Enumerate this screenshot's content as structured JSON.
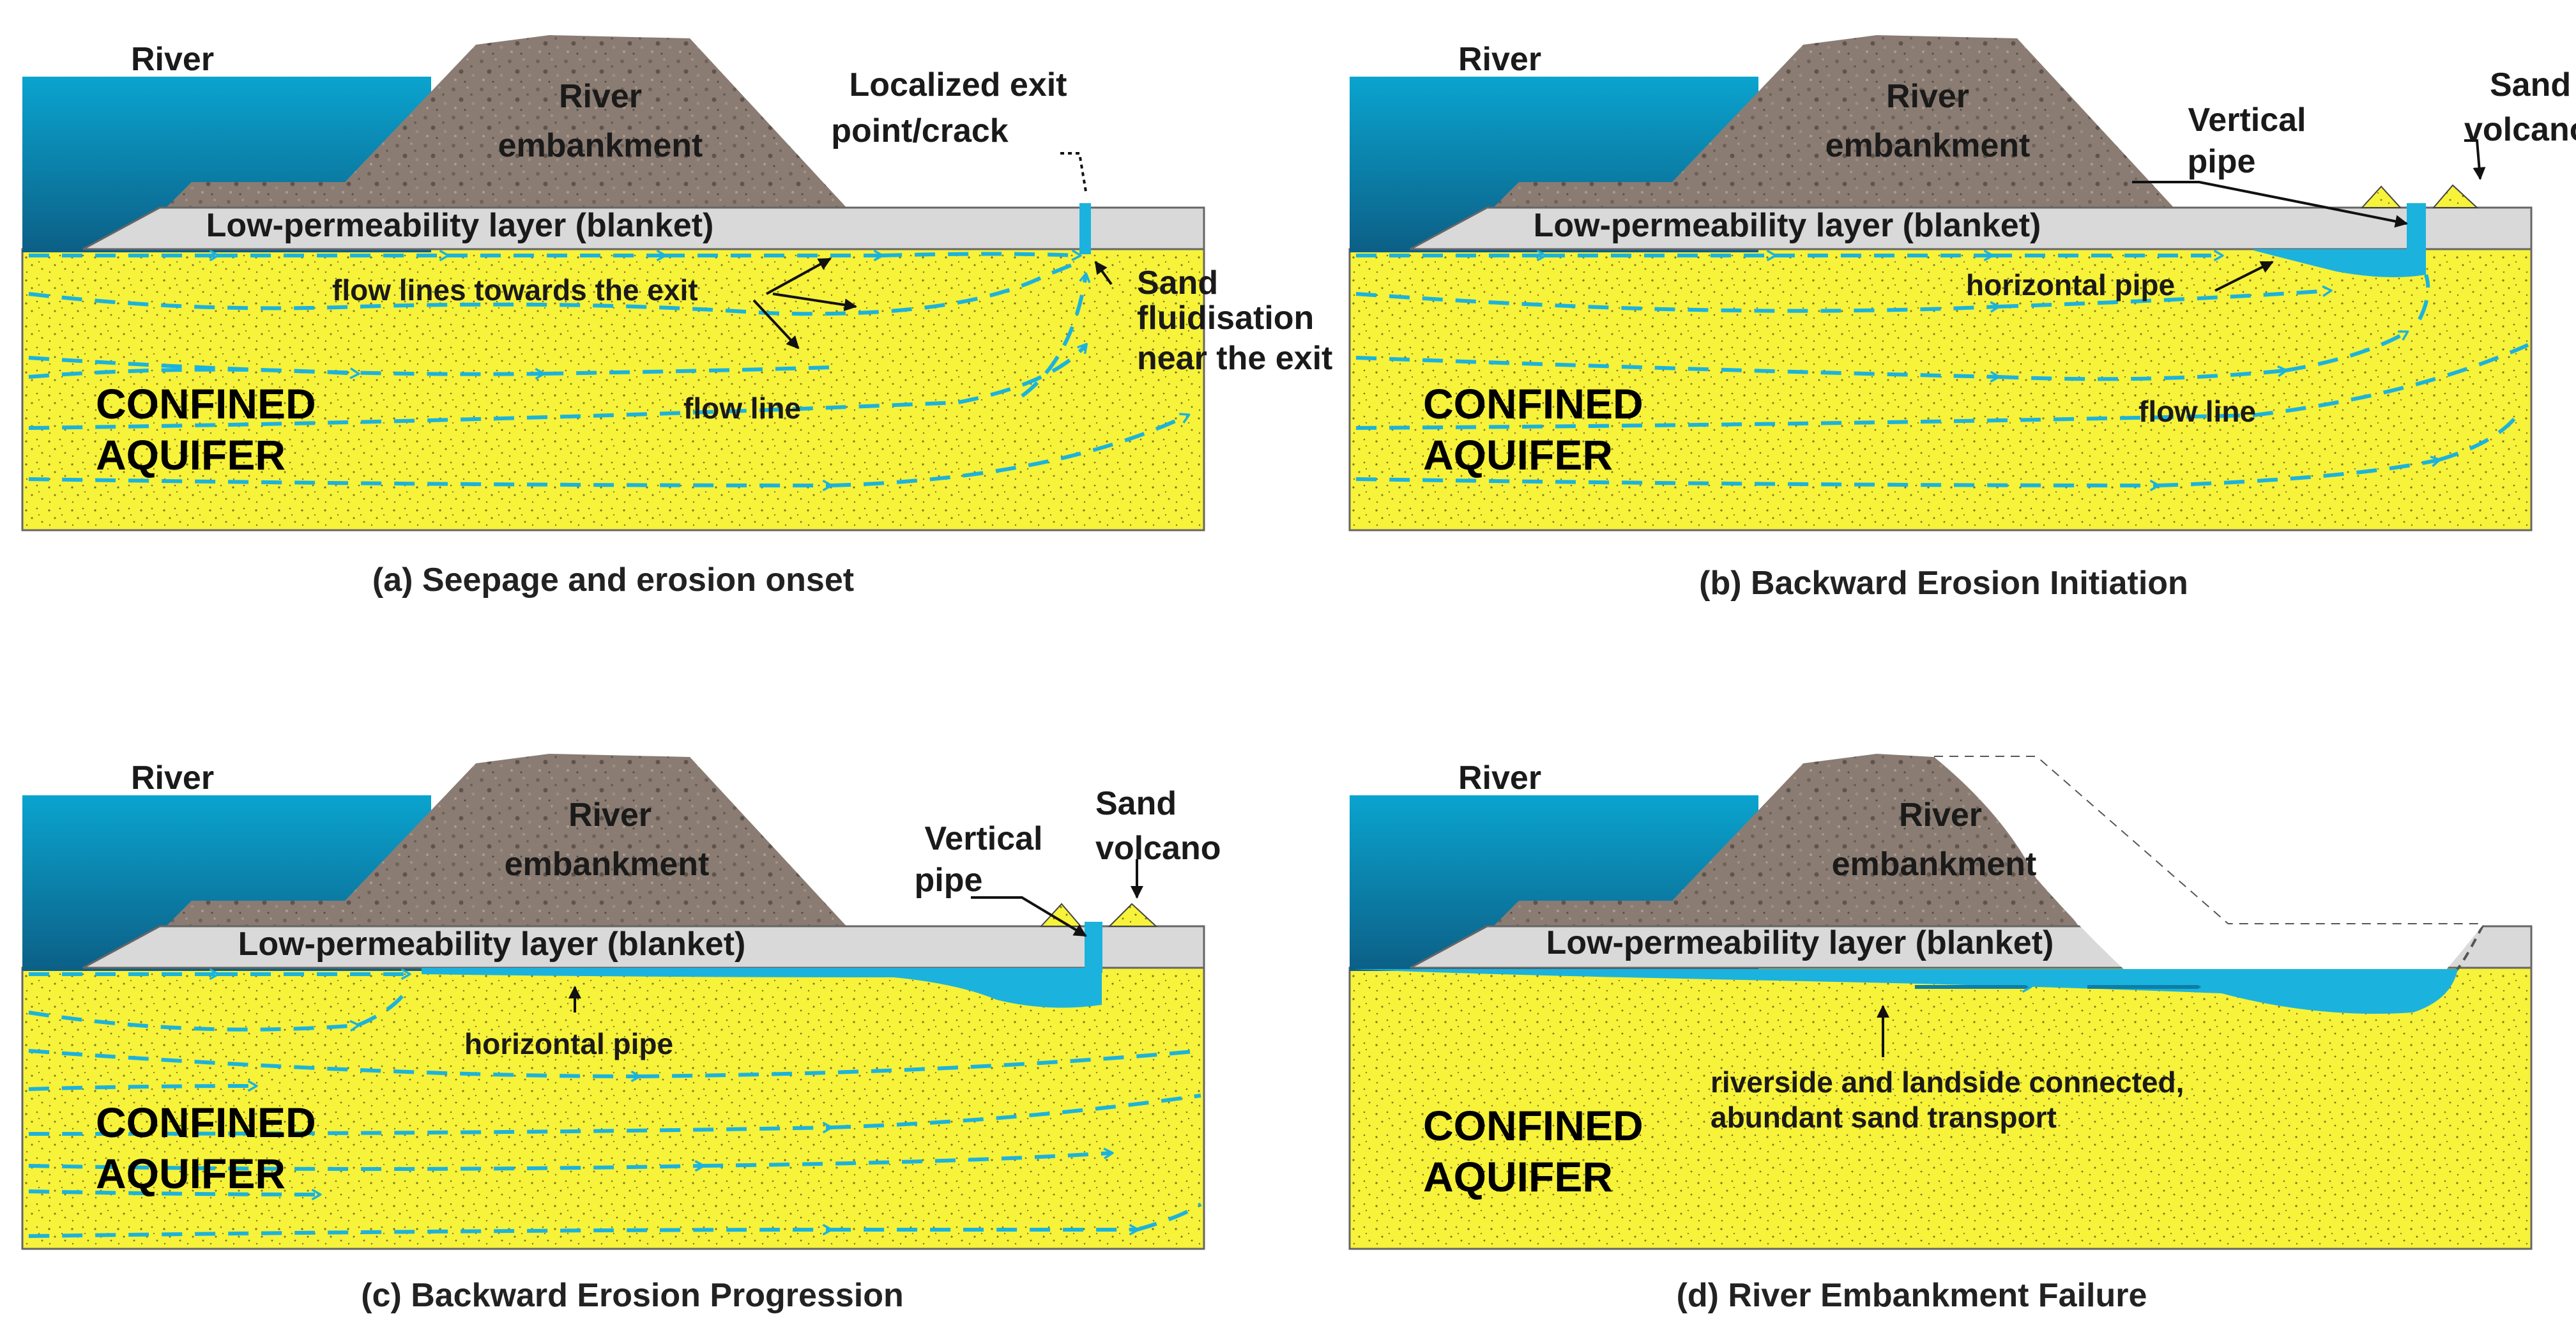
{
  "colors": {
    "river_top": "#0aa4cf",
    "river_bottom": "#0c5f86",
    "embankment": "#8a7c72",
    "blanket": "#d9d9d9",
    "aquifer": "#f7f23a",
    "water": "#1bb3dd",
    "arrow": "#222222"
  },
  "panels": [
    {
      "river_label": "River",
      "embankment_label": [
        "River",
        "embankment"
      ],
      "blanket_label": "Low-permeability layer (blanket)",
      "aquifer_label": [
        "CONFINED",
        "AQUIFER"
      ],
      "caption": "(a) Seepage and erosion onset",
      "annotations": {
        "exit": [
          "Localized exit",
          "point/crack"
        ],
        "fluid": [
          "Sand",
          "fluidisation",
          "near the exit"
        ],
        "flowlines": "flow lines towards the exit",
        "flowline": "flow line"
      }
    },
    {
      "river_label": "River",
      "embankment_label": [
        "River",
        "embankment"
      ],
      "blanket_label": "Low-permeability layer (blanket)",
      "aquifer_label": [
        "CONFINED",
        "AQUIFER"
      ],
      "caption": "(b) Backward Erosion Initiation",
      "annotations": {
        "vertical": [
          "Vertical",
          "pipe"
        ],
        "volcano": [
          "Sand",
          "volcano"
        ],
        "horizontal": "horizontal pipe",
        "flowline": "flow line"
      }
    },
    {
      "river_label": "River",
      "embankment_label": [
        "River",
        "embankment"
      ],
      "blanket_label": "Low-permeability layer (blanket)",
      "aquifer_label": [
        "CONFINED",
        "AQUIFER"
      ],
      "caption": "(c) Backward Erosion Progression",
      "annotations": {
        "vertical": [
          "Vertical",
          "pipe"
        ],
        "volcano": [
          "Sand",
          "volcano"
        ],
        "horizontal": "horizontal pipe"
      }
    },
    {
      "river_label": "River",
      "embankment_label": [
        "River",
        "embankment"
      ],
      "blanket_label": "Low-permeability layer (blanket)",
      "aquifer_label": [
        "CONFINED",
        "AQUIFER"
      ],
      "caption": "(d) River Embankment Failure",
      "annotations": {
        "connected": [
          "riverside and landside connected,",
          "abundant sand transport"
        ]
      }
    }
  ]
}
